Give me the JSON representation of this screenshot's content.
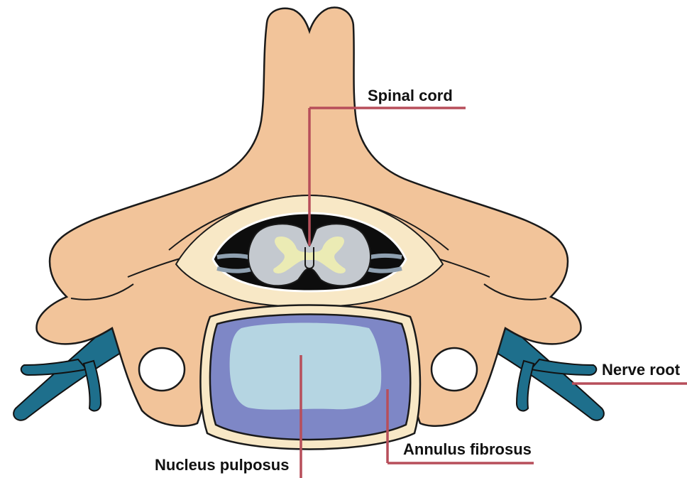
{
  "labels": {
    "spinal_cord": "Spinal cord",
    "nerve_root": "Nerve root",
    "annulus_fibrosus": "Annulus fibrosus",
    "nucleus_pulposus": "Nucleus pulposus"
  },
  "colors": {
    "bone": "#F2C49A",
    "bone_outline": "#1a1a1a",
    "cartilage": "#F8E8C6",
    "canal": "#0d0d0d",
    "cord": "#C4C9CF",
    "grey_matter": "#EBEBB4",
    "nerve": "#1E6F8C",
    "nerve_light": "#3C96B3",
    "annulus": "#7E87C6",
    "nucleus": "#B5D5E2",
    "leader_line": "#B74E5A"
  }
}
